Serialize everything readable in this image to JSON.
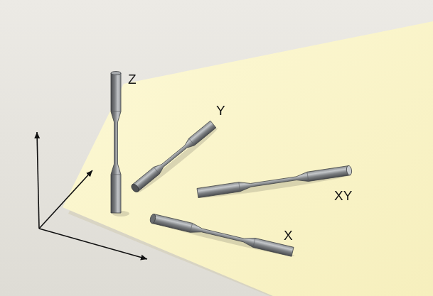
{
  "diagram": {
    "labels": [
      "Z",
      "Y",
      "XY",
      "X"
    ]
  }
}
